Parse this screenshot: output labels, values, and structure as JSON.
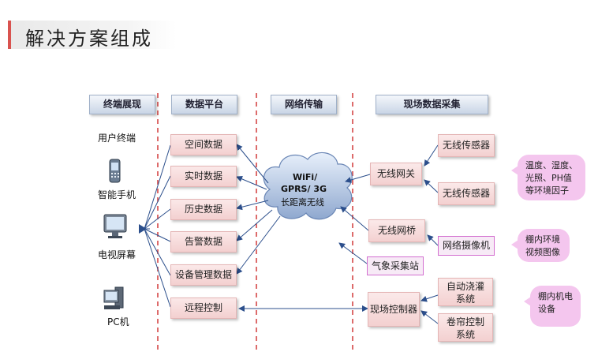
{
  "title": "解决方案组成",
  "headers": {
    "terminal": "终端展现",
    "platform": "数据平台",
    "network": "网络传输",
    "field": "现场数据采集"
  },
  "terminal": {
    "group_label": "用户终端",
    "phone_label": "智能手机",
    "tv_label": "电视屏幕",
    "pc_label": "PC机"
  },
  "platform": {
    "items": [
      "空间数据",
      "实时数据",
      "历史数据",
      "告警数据",
      "设备管理数据",
      "远程控制"
    ]
  },
  "network": {
    "cloud_line1": "WiFi/",
    "cloud_line2": "GPRS/ 3G",
    "cloud_line3": "长距离无线"
  },
  "field": {
    "gateway": "无线网关",
    "sensor1": "无线传感器",
    "sensor2": "无线传感器",
    "bridge": "无线网桥",
    "camera": "网络摄像机",
    "weather": "气象采集站",
    "controller": "现场控制器",
    "irrigation_line1": "自动浇灌",
    "irrigation_line2": "系统",
    "curtain_line1": "卷帘控制",
    "curtain_line2": "系统"
  },
  "callouts": {
    "env_factors": "温度、湿度、光照、PH值等环境因子",
    "video": "棚内环境视频图像",
    "equipment": "棚内机电设备"
  },
  "colors": {
    "accent": "#d9534f",
    "arrow": "#2c4f8c",
    "divider": "#d23a3a",
    "box_fill": "#f3d0d0",
    "header_fill": "#c9d5e6",
    "callout_fill": "#f4c6ee",
    "highlight_border": "#d36fd0"
  }
}
